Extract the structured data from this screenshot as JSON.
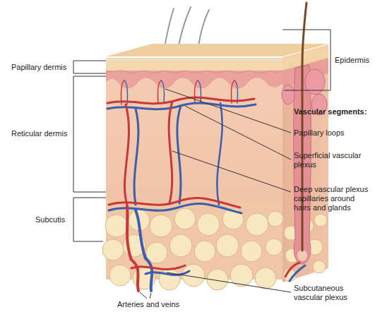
{
  "diagram": {
    "labels": [
      "Papillary dermis",
      "Reticular dermis",
      "Subcutis",
      "Epidermis",
      "Vascular segments:",
      "Papillary loops",
      "Superficial vascular plexus",
      "Deep vascular plexus capillaries around hairs and glands",
      "Subcutaneous vascular plexus",
      "Arteries and veins"
    ]
  }
}
